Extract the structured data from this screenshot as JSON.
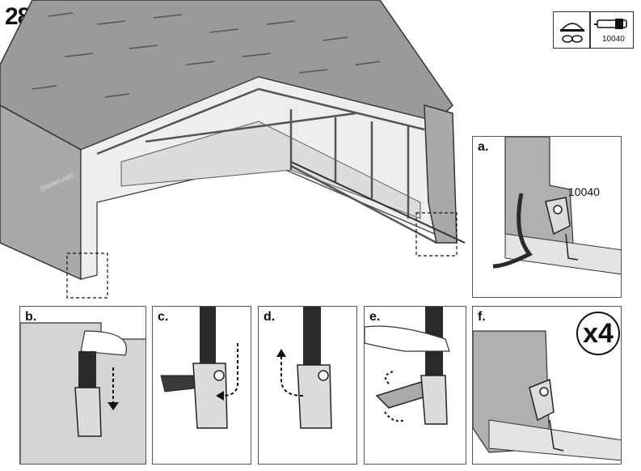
{
  "step_number": "28.",
  "tools": {
    "tool_number": "10040"
  },
  "panels": {
    "a": {
      "label": "a.",
      "part_number": "10040"
    },
    "b": {
      "label": "b."
    },
    "c": {
      "label": "c."
    },
    "d": {
      "label": "d."
    },
    "e": {
      "label": "e."
    },
    "f": {
      "label": "f.",
      "quantity": "x4"
    }
  },
  "brand_logo_text": "ShelterLogic",
  "colors": {
    "canopy": "#9a9a9a",
    "fabric_light": "#d9d9d9",
    "strap": "#2a2a2a",
    "outline": "#333333"
  }
}
